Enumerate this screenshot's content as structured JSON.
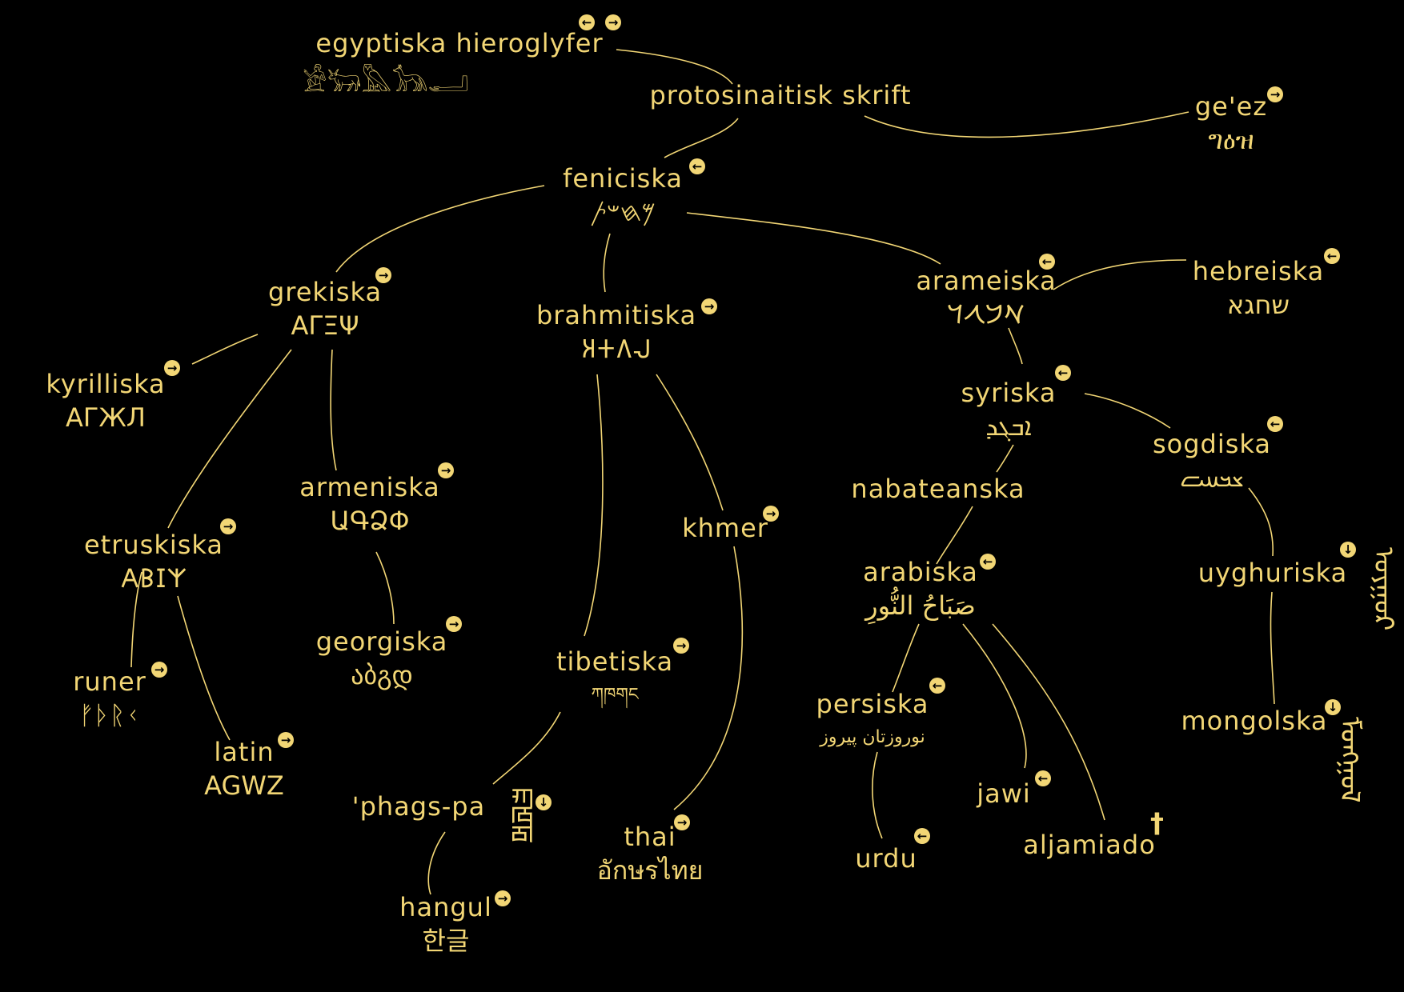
{
  "colors": {
    "background": "#000000",
    "accent": "#f2d675"
  },
  "nodes": {
    "egyptiska": {
      "label": "egyptiska hieroglyfer",
      "sample": "𓀀𓃒𓅓𓃥𓂝",
      "icons": [
        "arrow-left-icon",
        "arrow-right-icon"
      ]
    },
    "protosinaitisk": {
      "label": "protosinaitisk skrift",
      "sample": ""
    },
    "geez": {
      "label": "ge'ez",
      "sample": "ግዕዝ",
      "icons": [
        "arrow-right-icon"
      ]
    },
    "feniciska": {
      "label": "feniciska",
      "sample": "𐤌𐤇𐤔𐤕",
      "icons": [
        "arrow-left-icon"
      ]
    },
    "grekiska": {
      "label": "grekiska",
      "sample": "ΑΓΞΨ",
      "icons": [
        "arrow-right-icon"
      ]
    },
    "brahmitiska": {
      "label": "brahmitiska",
      "sample": "𑀅𑀓𑀕𑀮",
      "icons": [
        "arrow-right-icon"
      ]
    },
    "arameiska": {
      "label": "arameiska",
      "sample": "𐡀𐡁𐡂𐡃",
      "icons": [
        "arrow-left-icon"
      ]
    },
    "hebreiska": {
      "label": "hebreiska",
      "sample": "שחגא",
      "icons": [
        "arrow-left-icon"
      ]
    },
    "kyrilliska": {
      "label": "kyrilliska",
      "sample": "АГЖЛ",
      "icons": [
        "arrow-right-icon"
      ]
    },
    "syriska": {
      "label": "syriska",
      "sample": "ܐܒܓܕ",
      "icons": [
        "arrow-left-icon"
      ]
    },
    "sogdiska": {
      "label": "sogdiska",
      "sample": "𐼰𐼱𐼲𐼳",
      "icons": [
        "arrow-left-icon"
      ]
    },
    "armeniska": {
      "label": "armeniska",
      "sample": "ԱԳՁՓ",
      "icons": [
        "arrow-right-icon"
      ]
    },
    "etruskiska": {
      "label": "etruskiska",
      "sample": "𐌀𐌁𐌆𐌙",
      "icons": [
        "arrow-right-icon"
      ]
    },
    "khmer": {
      "label": "khmer",
      "sample": "",
      "icons": [
        "arrow-right-icon"
      ]
    },
    "nabateanska": {
      "label": "nabateanska",
      "sample": ""
    },
    "arabiska": {
      "label": "arabiska",
      "sample": "صَبَاحُ النُّورِ",
      "icons": [
        "arrow-left-icon"
      ]
    },
    "uyghuriska": {
      "label": "uyghuriska",
      "sample": "ᠤᠶᠭᠤᠷ",
      "icons": [
        "arrow-down-icon"
      ]
    },
    "georgiska": {
      "label": "georgiska",
      "sample": "აბგდ",
      "icons": [
        "arrow-right-icon"
      ]
    },
    "tibetiska": {
      "label": "tibetiska",
      "sample": "ཀཁགང",
      "icons": [
        "arrow-right-icon"
      ]
    },
    "runer": {
      "label": "runer",
      "sample": "ᚠᚦᚱᚲ",
      "icons": [
        "arrow-right-icon"
      ]
    },
    "persiska": {
      "label": "persiska",
      "sample": "نوروزتان پیروز",
      "icons": [
        "arrow-left-icon"
      ]
    },
    "mongolska": {
      "label": "mongolska",
      "sample": "ᠮᠣᠩᠭᠣᠯ",
      "icons": [
        "arrow-down-icon"
      ]
    },
    "latin": {
      "label": "latin",
      "sample": "AGWZ",
      "icons": [
        "arrow-right-icon"
      ]
    },
    "jawi": {
      "label": "jawi",
      "sample": "",
      "icons": [
        "arrow-left-icon"
      ]
    },
    "phagspa": {
      "label": "'phags-pa",
      "sample": "ꡀꡁꡂ",
      "icons": [
        "arrow-down-icon"
      ]
    },
    "thai": {
      "label": "thai",
      "sample": "อักษรไทย",
      "icons": [
        "arrow-right-icon"
      ]
    },
    "urdu": {
      "label": "urdu",
      "sample": "",
      "icons": [
        "arrow-left-icon"
      ]
    },
    "aljamiado": {
      "label": "aljamiado",
      "sample": "",
      "icons": [
        "dagger-icon"
      ]
    },
    "hangul": {
      "label": "hangul",
      "sample": "한글",
      "icons": [
        "arrow-right-icon"
      ]
    }
  },
  "edges": [
    [
      "egyptiska",
      "protosinaitisk"
    ],
    [
      "protosinaitisk",
      "geez"
    ],
    [
      "protosinaitisk",
      "feniciska"
    ],
    [
      "feniciska",
      "grekiska"
    ],
    [
      "feniciska",
      "brahmitiska"
    ],
    [
      "feniciska",
      "arameiska"
    ],
    [
      "arameiska",
      "hebreiska"
    ],
    [
      "arameiska",
      "syriska"
    ],
    [
      "grekiska",
      "kyrilliska"
    ],
    [
      "grekiska",
      "etruskiska"
    ],
    [
      "grekiska",
      "armeniska"
    ],
    [
      "armeniska",
      "georgiska"
    ],
    [
      "etruskiska",
      "runer"
    ],
    [
      "etruskiska",
      "latin"
    ],
    [
      "brahmitiska",
      "tibetiska"
    ],
    [
      "brahmitiska",
      "khmer"
    ],
    [
      "tibetiska",
      "phagspa"
    ],
    [
      "phagspa",
      "hangul"
    ],
    [
      "khmer",
      "thai"
    ],
    [
      "syriska",
      "nabateanska"
    ],
    [
      "syriska",
      "sogdiska"
    ],
    [
      "sogdiska",
      "uyghuriska"
    ],
    [
      "uyghuriska",
      "mongolska"
    ],
    [
      "nabateanska",
      "arabiska"
    ],
    [
      "arabiska",
      "persiska"
    ],
    [
      "arabiska",
      "jawi"
    ],
    [
      "arabiska",
      "aljamiado"
    ],
    [
      "persiska",
      "urdu"
    ]
  ]
}
